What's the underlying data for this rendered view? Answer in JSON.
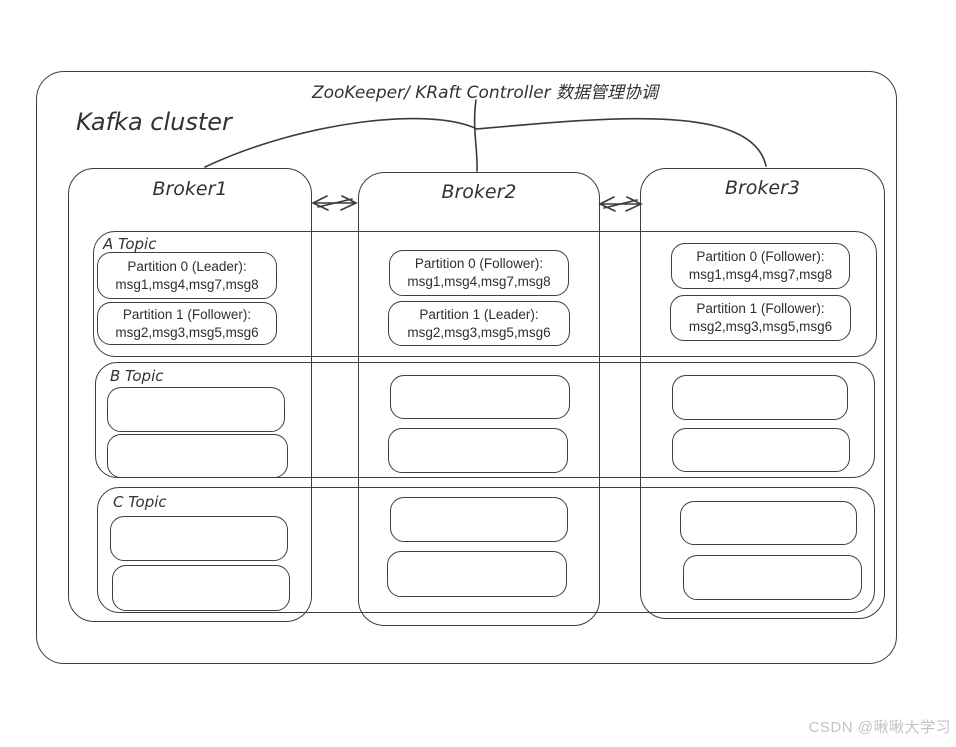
{
  "controller_title": "ZooKeeper/ KRaft Controller 数据管理协调",
  "cluster_label": "Kafka cluster",
  "topics": [
    {
      "label": "A Topic"
    },
    {
      "label": "B Topic"
    },
    {
      "label": "C Topic"
    }
  ],
  "brokers": [
    {
      "label": "Broker1",
      "partitions": [
        {
          "role": "Partition 0 (Leader):",
          "messages": "msg1,msg4,msg7,msg8"
        },
        {
          "role": "Partition 1 (Follower):",
          "messages": "msg2,msg3,msg5,msg6"
        }
      ]
    },
    {
      "label": "Broker2",
      "partitions": [
        {
          "role": "Partition 0 (Follower):",
          "messages": "msg1,msg4,msg7,msg8"
        },
        {
          "role": "Partition 1 (Leader):",
          "messages": "msg2,msg3,msg5,msg6"
        }
      ]
    },
    {
      "label": "Broker3",
      "partitions": [
        {
          "role": "Partition 0 (Follower):",
          "messages": "msg1,msg4,msg7,msg8"
        },
        {
          "role": "Partition 1 (Follower):",
          "messages": "msg2,msg3,msg5,msg6"
        }
      ]
    }
  ],
  "colors": {
    "stroke": "#3d3d3d",
    "partition_text": "#2f2f2f",
    "watermark_text": "#c2c2c2"
  },
  "watermark": "CSDN @啾啾大学习"
}
